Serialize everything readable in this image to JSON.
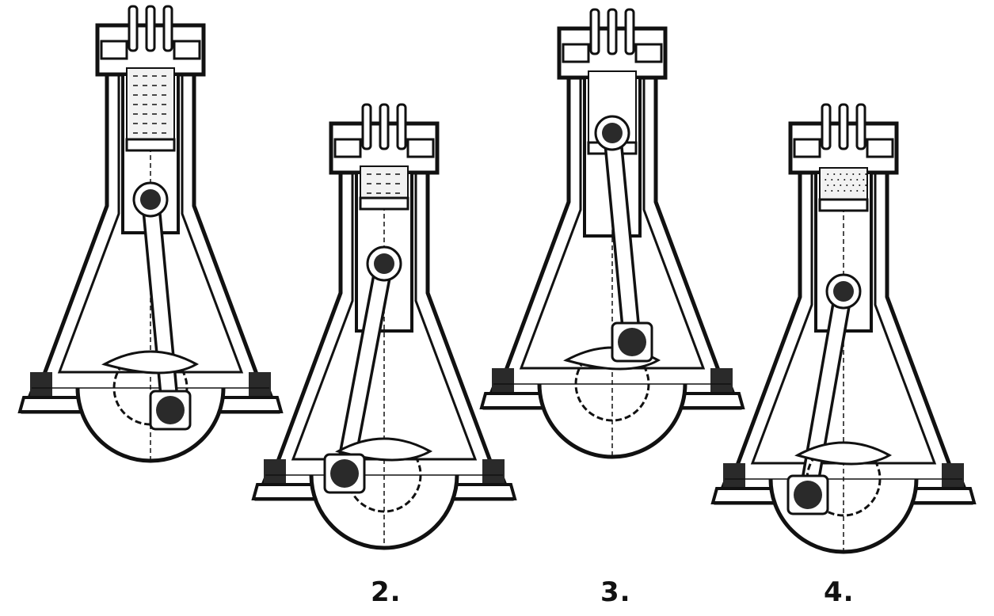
{
  "figures": [
    {
      "id": "figure-1",
      "label": "",
      "stroke": "#111111",
      "fill": "#ffffff",
      "charge": "liquid",
      "piston_position": "top",
      "crank_position": "lower-right"
    },
    {
      "id": "figure-2",
      "label": "2.",
      "stroke": "#111111",
      "fill": "#ffffff",
      "charge": "liquid",
      "piston_position": "mid",
      "crank_position": "left"
    },
    {
      "id": "figure-3",
      "label": "3.",
      "stroke": "#111111",
      "fill": "#ffffff",
      "charge": "empty",
      "piston_position": "top",
      "crank_position": "top"
    },
    {
      "id": "figure-4",
      "label": "4.",
      "stroke": "#111111",
      "fill": "#ffffff",
      "charge": "dotted",
      "piston_position": "mid",
      "crank_position": "lower-left"
    }
  ],
  "colors": {
    "ink": "#111111",
    "paper": "#ffffff",
    "shade": "#2a2a2a"
  }
}
